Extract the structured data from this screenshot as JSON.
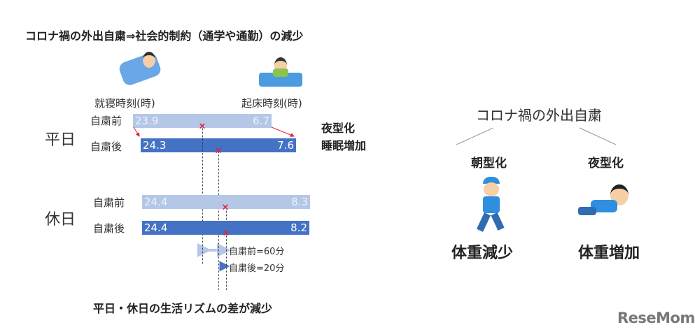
{
  "title": "コロナ禍の外出自粛⇒社会的制約（通学や通勤）の減少",
  "col_bed": "就寝時刻(時)",
  "col_wake": "起床時刻(時)",
  "weekday": {
    "label": "平日",
    "before_label": "自粛前",
    "after_label": "自粛後",
    "before": {
      "bed": "23.9",
      "wake": "6.7"
    },
    "after": {
      "bed": "24.3",
      "wake": "7.6"
    }
  },
  "holiday": {
    "label": "休日",
    "before_label": "自粛前",
    "after_label": "自粛後",
    "before": {
      "bed": "24.4",
      "wake": "8.3"
    },
    "after": {
      "bed": "24.4",
      "wake": "8.2"
    }
  },
  "effect": {
    "line1": "夜型化",
    "line2": "睡眠増加"
  },
  "diff_before": "自粛前=60分",
  "diff_after": "自粛後=20分",
  "bottom_text": "平日・休日の生活リズムの差が減少",
  "right": {
    "title": "コロナ禍の外出自粛",
    "left_branch": "朝型化",
    "right_branch": "夜型化",
    "left_result": "体重減少",
    "right_result": "体重増加"
  },
  "logo": "ReseMom",
  "colors": {
    "before": "#b4c7e7",
    "after": "#4472c4",
    "midpoint": "#e0223a"
  }
}
